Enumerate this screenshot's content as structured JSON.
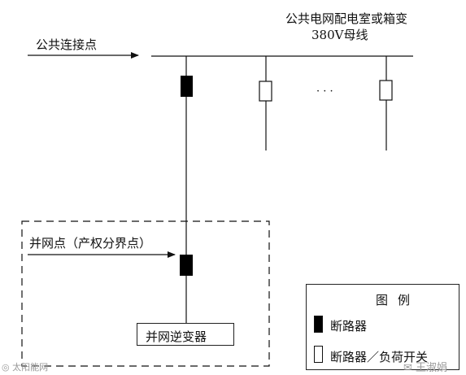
{
  "diagram": {
    "bus_title_line1": "公共电网配电室或箱变",
    "bus_title_line2": "380V母线",
    "pcc_label": "公共连接点",
    "grid_point_label": "并网点（产权分界点）",
    "inverter_label": "并网逆变器",
    "ellipsis": "· · ·"
  },
  "legend": {
    "title": "图例",
    "items": [
      {
        "label": "断路器",
        "swatch": "filled"
      },
      {
        "label": "断路器／负荷开关",
        "swatch": "hollow"
      }
    ]
  },
  "watermarks": {
    "left": "太阳能网",
    "right": "王淑娟"
  },
  "colors": {
    "line": "#111111",
    "breaker_fill": "#000000",
    "watermark": "#9a9a9a"
  }
}
